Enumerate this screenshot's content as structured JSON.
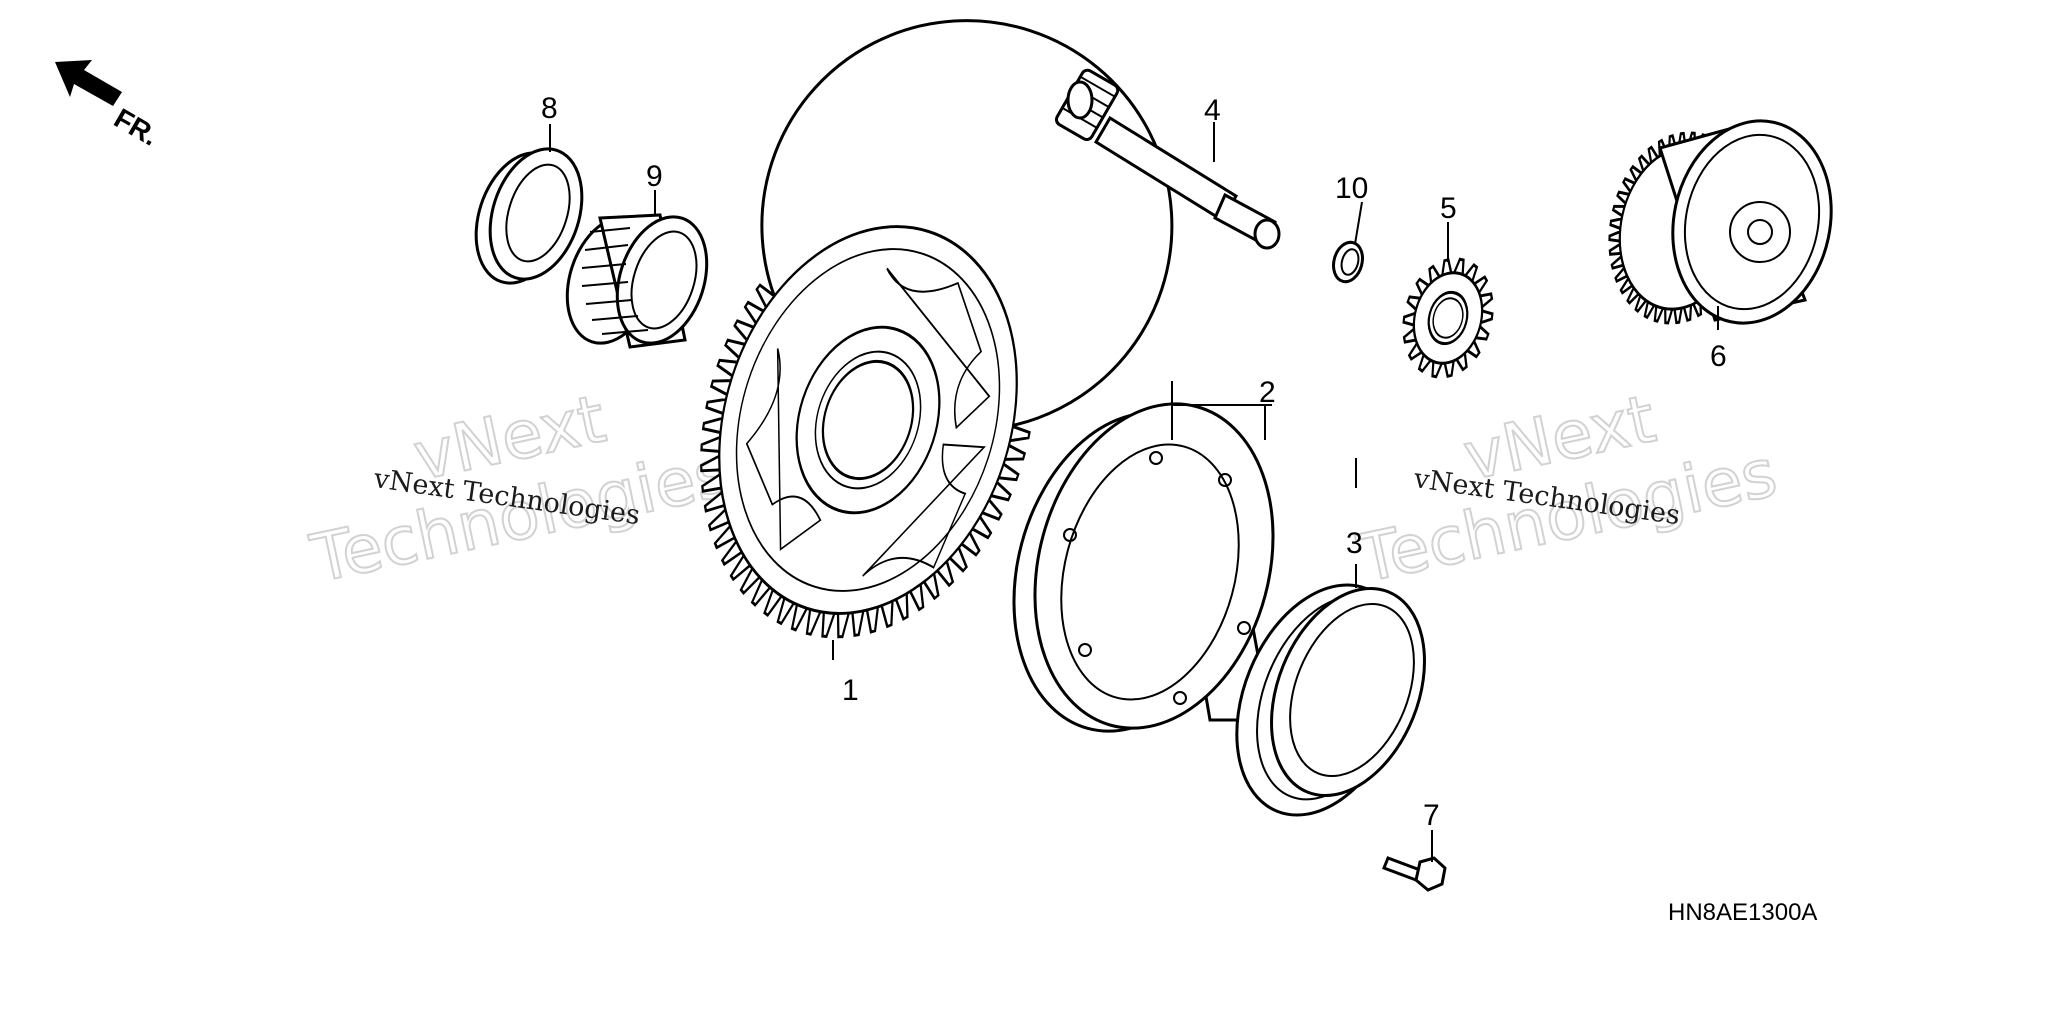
{
  "direction_marker": {
    "label": "FR."
  },
  "callouts": [
    "1",
    "2",
    "3",
    "4",
    "5",
    "6",
    "7",
    "8",
    "9",
    "10"
  ],
  "watermarks": {
    "big_line1": "vNext",
    "big_line2": "Technologies",
    "small": "vNext Technologies"
  },
  "diagram_code": "HN8AE1300A"
}
